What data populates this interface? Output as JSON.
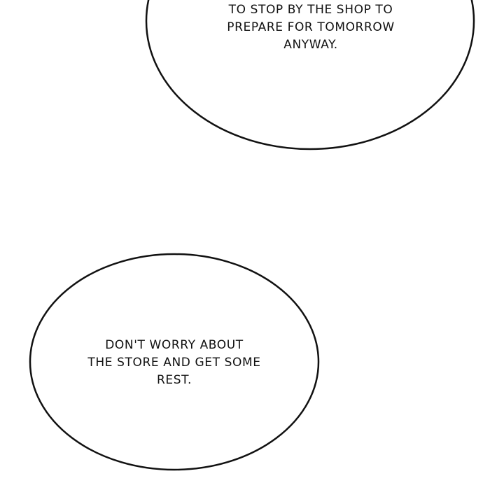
{
  "bubbles": {
    "top": {
      "lines": [
        "TO STOP BY THE SHOP TO",
        "PREPARE FOR TOMORROW",
        "ANYWAY."
      ]
    },
    "bottom": {
      "lines": [
        "DON'T WORRY ABOUT",
        "THE STORE AND GET SOME",
        "REST."
      ]
    }
  },
  "colors": {
    "background": "#ffffff",
    "bubble_fill": "#ffffff",
    "bubble_outline": "#111111",
    "text": "#111111"
  }
}
